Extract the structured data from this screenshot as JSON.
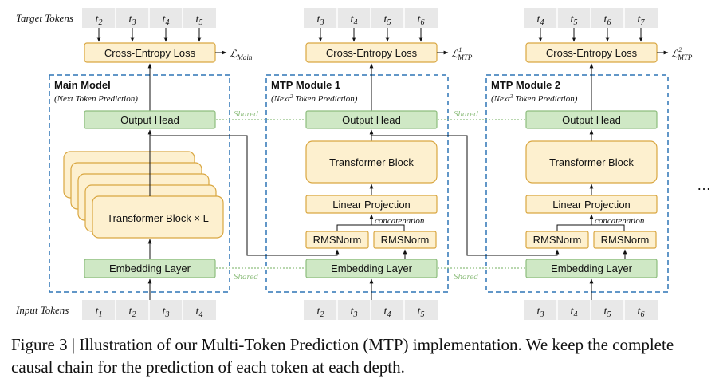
{
  "labels": {
    "target_tokens": "Target Tokens",
    "input_tokens": "Input Tokens",
    "shared": "Shared",
    "concatenation": "concatenation",
    "ellipsis": "…"
  },
  "colors": {
    "orange_fill": "#fdf0cf",
    "orange_stroke": "#d9a640",
    "green_fill": "#cfe8c5",
    "green_stroke": "#8dbd7d",
    "token_fill": "#e8e8e8",
    "dashed_border": "#2e75b6",
    "shared_line": "#8fbf7f"
  },
  "main_model": {
    "title": "Main Model",
    "subtitle": "(Next Token Prediction)",
    "target_tokens": [
      "t2",
      "t3",
      "t4",
      "t5"
    ],
    "input_tokens": [
      "t1",
      "t2",
      "t3",
      "t4"
    ],
    "loss": {
      "label": "Cross-Entropy Loss",
      "symbol": "ℒ",
      "sub": "Main",
      "sup": ""
    },
    "output_head": "Output Head",
    "transformer": "Transformer Block × L",
    "embedding": "Embedding Layer"
  },
  "mtp_modules": [
    {
      "title": "MTP Module 1",
      "subtitle_pre": "(Next",
      "subtitle_sup": "2",
      "subtitle_post": " Token Prediction)",
      "target_tokens": [
        "t3",
        "t4",
        "t5",
        "t6"
      ],
      "input_tokens": [
        "t2",
        "t3",
        "t4",
        "t5"
      ],
      "loss": {
        "label": "Cross-Entropy Loss",
        "symbol": "ℒ",
        "sub": "MTP",
        "sup": "1"
      },
      "output_head": "Output Head",
      "transformer": "Transformer Block",
      "linear": "Linear Projection",
      "rmsnorm_left": "RMSNorm",
      "rmsnorm_right": "RMSNorm",
      "embedding": "Embedding Layer"
    },
    {
      "title": "MTP Module 2",
      "subtitle_pre": "(Next",
      "subtitle_sup": "3",
      "subtitle_post": " Token Prediction)",
      "target_tokens": [
        "t4",
        "t5",
        "t6",
        "t7"
      ],
      "input_tokens": [
        "t3",
        "t4",
        "t5",
        "t6"
      ],
      "loss": {
        "label": "Cross-Entropy Loss",
        "symbol": "ℒ",
        "sub": "MTP",
        "sup": "2"
      },
      "output_head": "Output Head",
      "transformer": "Transformer Block",
      "linear": "Linear Projection",
      "rmsnorm_left": "RMSNorm",
      "rmsnorm_right": "RMSNorm",
      "embedding": "Embedding Layer"
    }
  ],
  "caption": "Figure 3 | Illustration of our Multi-Token Prediction (MTP) implementation. We keep the complete causal chain for the prediction of each token at each depth."
}
